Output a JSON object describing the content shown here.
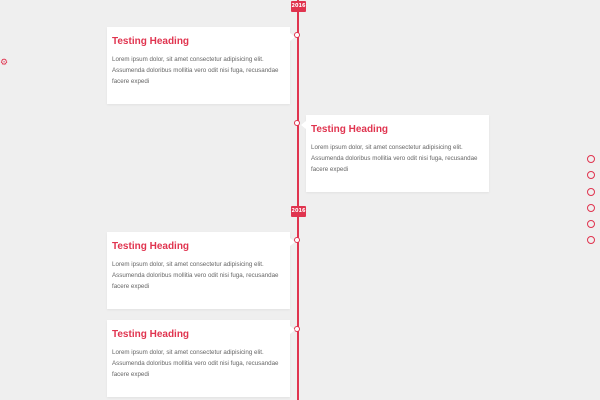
{
  "timeline": {
    "years": [
      "2016",
      "2016"
    ],
    "entries": [
      {
        "heading": "Testing Heading",
        "body": "Lorem ipsum dolor, sit amet consectetur adipisicing elit. Assumenda doloribus mollitia vero odit nisi fuga, recusandae facere expedi"
      },
      {
        "heading": "Testing Heading",
        "body": "Lorem ipsum dolor, sit amet consectetur adipisicing elit. Assumenda doloribus mollitia vero odit nisi fuga, recusandae facere expedi"
      },
      {
        "heading": "Testing Heading",
        "body": "Lorem ipsum dolor, sit amet consectetur adipisicing elit. Assumenda doloribus mollitia vero odit nisi fuga, recusandae facere expedi"
      },
      {
        "heading": "Testing Heading",
        "body": "Lorem ipsum dolor, sit amet consectetur adipisicing elit. Assumenda doloribus mollitia vero odit nisi fuga, recusandae facere expedi"
      }
    ]
  },
  "side_nav": {
    "dot_count": 6
  },
  "settings": {
    "icon": "gear-icon"
  },
  "colors": {
    "accent": "#e0344f",
    "background": "#efefef",
    "card": "#ffffff",
    "body_text": "#666666"
  }
}
